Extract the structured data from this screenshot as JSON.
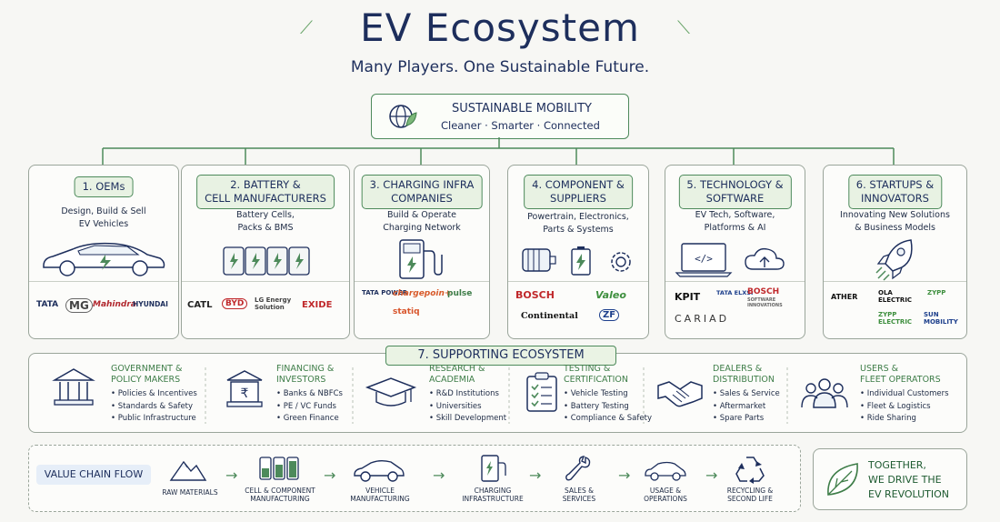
{
  "header": {
    "title": "EV Ecosystem",
    "subtitle": "Many Players. One Sustainable Future."
  },
  "top": {
    "title": "SUSTAINABLE MOBILITY",
    "tagline": "Cleaner · Smarter · Connected"
  },
  "categories": [
    {
      "title_1": "1. OEMs",
      "title_2": "",
      "desc_1": "Design, Build & Sell",
      "desc_2": "EV Vehicles",
      "desc_3": "",
      "logos": [
        "TATA",
        "MG",
        "Mahindra",
        "HYUNDAI"
      ]
    },
    {
      "title_1": "2. BATTERY &",
      "title_2": "CELL MANUFACTURERS",
      "desc_1": "Battery Cells,",
      "desc_2": "Packs & BMS",
      "desc_3": "",
      "logos": [
        "CATL",
        "BYD",
        "LG Energy Solution",
        "EXIDE"
      ]
    },
    {
      "title_1": "3. CHARGING INFRA",
      "title_2": "COMPANIES",
      "desc_1": "Build & Operate",
      "desc_2": "Charging Network",
      "desc_3": "",
      "logos": [
        "TATA POWER",
        "chargepoin+",
        "pulse",
        "statiq"
      ]
    },
    {
      "title_1": "4. COMPONENT &",
      "title_2": "SUPPLIERS",
      "desc_1": "Powertrain, Electronics,",
      "desc_2": "Parts & Systems",
      "desc_3": "",
      "logos": [
        "BOSCH",
        "Valeo",
        "Continental",
        "ZF"
      ]
    },
    {
      "title_1": "5. TECHNOLOGY &",
      "title_2": "SOFTWARE",
      "desc_1": "EV Tech, Software,",
      "desc_2": "Platforms & AI",
      "desc_3": "",
      "logos": [
        "KPIT",
        "TATA ELXSI",
        "BOSCH",
        "SOFTWARE INNOVATIONS",
        "CARIAD"
      ]
    },
    {
      "title_1": "6. STARTUPS &",
      "title_2": "INNOVATORS",
      "desc_1": "Innovating New Solutions",
      "desc_2": "& Business Models",
      "desc_3": "",
      "logos": [
        "ATHER",
        "OLA ELECTRIC",
        "ZYPP",
        "ZYPP ELECTRIC",
        "SUN MOBILITY"
      ]
    }
  ],
  "supporting": {
    "title": "7. SUPPORTING ECOSYSTEM",
    "groups": [
      {
        "head_1": "GOVERNMENT &",
        "head_2": "POLICY MAKERS",
        "items": [
          "Policies & Incentives",
          "Standards & Safety",
          "Public Infrastructure"
        ]
      },
      {
        "head_1": "FINANCING &",
        "head_2": "INVESTORS",
        "items": [
          "Banks & NBFCs",
          "PE / VC Funds",
          "Green Finance"
        ]
      },
      {
        "head_1": "RESEARCH &",
        "head_2": "ACADEMIA",
        "items": [
          "R&D Institutions",
          "Universities",
          "Skill Development"
        ]
      },
      {
        "head_1": "TESTING &",
        "head_2": "CERTIFICATION",
        "items": [
          "Vehicle Testing",
          "Battery Testing",
          "Compliance & Safety"
        ]
      },
      {
        "head_1": "DEALERS &",
        "head_2": "DISTRIBUTION",
        "items": [
          "Sales & Service",
          "Aftermarket",
          "Spare Parts"
        ]
      },
      {
        "head_1": "USERS &",
        "head_2": "FLEET OPERATORS",
        "items": [
          "Individual Customers",
          "Fleet & Logistics",
          "Ride Sharing"
        ]
      }
    ]
  },
  "flow": {
    "label": "VALUE CHAIN FLOW",
    "steps": [
      {
        "l1": "RAW MATERIALS",
        "l2": ""
      },
      {
        "l1": "CELL & COMPONENT",
        "l2": "MANUFACTURING"
      },
      {
        "l1": "VEHICLE",
        "l2": "MANUFACTURING"
      },
      {
        "l1": "CHARGING",
        "l2": "INFRASTRUCTURE"
      },
      {
        "l1": "SALES &",
        "l2": "SERVICES"
      },
      {
        "l1": "USAGE &",
        "l2": "OPERATIONS"
      },
      {
        "l1": "RECYCLING &",
        "l2": "SECOND LIFE"
      }
    ]
  },
  "together": {
    "l1": "TOGETHER,",
    "l2": "WE DRIVE THE",
    "l3": "EV REVOLUTION"
  },
  "colors": {
    "navy": "#1d2e5c",
    "green": "#4d8a5b",
    "pill": "#e8f2e3"
  }
}
